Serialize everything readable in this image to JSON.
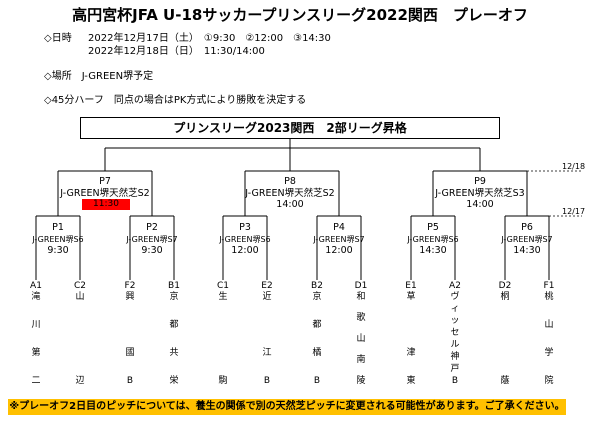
{
  "title": "高円宮杯JFA U-18サッカープリンスリーグ2022関西　プレーオフ",
  "schedule": {
    "label": "◇日時",
    "line1": "2022年12月17日（土）　①9:30　②12:00　③14:30",
    "line2": "2022年12月18日（日）　11:30/14:00"
  },
  "venue": "◇場所　J-GREEN堺予定",
  "rule": "◇45分ハーフ　同点の場合はPK方式により勝敗を決定する",
  "top_box": "プリンスリーグ2023関西　2部リーグ昇格",
  "date_marks": {
    "d1218": "12/18",
    "d1217": "12/17"
  },
  "semis": [
    {
      "id": "P7",
      "venue": "J-GREEN堺天然芝S2",
      "time": "11:30"
    },
    {
      "id": "P8",
      "venue": "J-GREEN堺天然芝S2",
      "time": "14:00"
    },
    {
      "id": "P9",
      "venue": "J-GREEN堺天然芝S3",
      "time": "14:00"
    }
  ],
  "firsts": [
    {
      "id": "P1",
      "venue": "J-GREEN堺S6",
      "time": "9:30"
    },
    {
      "id": "P2",
      "venue": "J-GREEN堺S7",
      "time": "9:30"
    },
    {
      "id": "P3",
      "venue": "J-GREEN堺S6",
      "time": "12:00"
    },
    {
      "id": "P4",
      "venue": "J-GREEN堺S7",
      "time": "12:00"
    },
    {
      "id": "P5",
      "venue": "J-GREEN堺S6",
      "time": "14:30"
    },
    {
      "id": "P6",
      "venue": "J-GREEN堺S7",
      "time": "14:30"
    }
  ],
  "teams": [
    {
      "code": "A1",
      "name": [
        "滝",
        "川",
        "第",
        "二"
      ]
    },
    {
      "code": "C2",
      "name": [
        "山",
        "",
        "",
        "辺"
      ]
    },
    {
      "code": "F2",
      "name": [
        "興",
        "",
        "國",
        "B"
      ]
    },
    {
      "code": "B1",
      "name": [
        "京",
        "都",
        "共",
        "栄"
      ]
    },
    {
      "code": "C1",
      "name": [
        "生",
        "",
        "",
        "駒"
      ]
    },
    {
      "code": "E2",
      "name": [
        "近",
        "",
        "江",
        "B"
      ]
    },
    {
      "code": "B2",
      "name": [
        "京",
        "都",
        "橘",
        "B"
      ]
    },
    {
      "code": "D1",
      "name": [
        "和",
        "歌",
        "山",
        "南",
        "陵"
      ]
    },
    {
      "code": "E1",
      "name": [
        "草",
        "",
        "津",
        "東"
      ]
    },
    {
      "code": "A2",
      "name": [
        "ヴ",
        "ィ",
        "ッ",
        "セ",
        "ル",
        "神",
        "戸",
        "B"
      ]
    },
    {
      "code": "D2",
      "name": [
        "桐",
        "",
        "",
        "蔭"
      ]
    },
    {
      "code": "F1",
      "name": [
        "桃",
        "山",
        "学",
        "院"
      ]
    }
  ],
  "footer": "※プレーオフ2日目のピッチについては、養生の関係で別の天然芝ピッチに変更される可能性があります。ご了承ください。",
  "colors": {
    "highlight": "#ff0000",
    "footer_bg": "#ffc000"
  }
}
